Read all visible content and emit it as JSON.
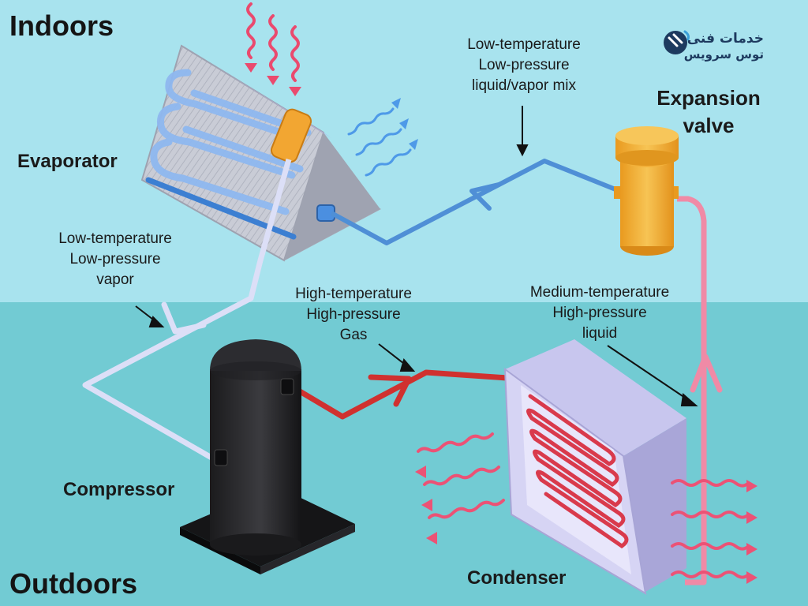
{
  "zones": {
    "indoors": "Indoors",
    "outdoors": "Outdoors"
  },
  "components": {
    "evaporator": "Evaporator",
    "expansion_valve": [
      "Expansion",
      "valve"
    ],
    "compressor": "Compressor",
    "condenser": "Condenser"
  },
  "annotations": {
    "low_temp_mix": [
      "Low-temperature",
      "Low-pressure",
      "liquid/vapor mix"
    ],
    "low_temp_vapor": [
      "Low-temperature",
      "Low-pressure",
      "vapor"
    ],
    "high_temp_gas": [
      "High-temperature",
      "High-pressure",
      "Gas"
    ],
    "medium_temp_liquid": [
      "Medium-temperature",
      "High-pressure",
      "liquid"
    ]
  },
  "logo": {
    "line1": "خدمات فنی",
    "line2": "توس سرویس"
  },
  "colors": {
    "indoor_bg": "#a8e3ee",
    "outdoor_bg": "#72cbd3",
    "cold_line": "#4f8fd6",
    "vapor_line": "#dcdff7",
    "hot_line": "#d0312f",
    "warm_line": "#f08aa6",
    "valve": "#f3b13a"
  }
}
